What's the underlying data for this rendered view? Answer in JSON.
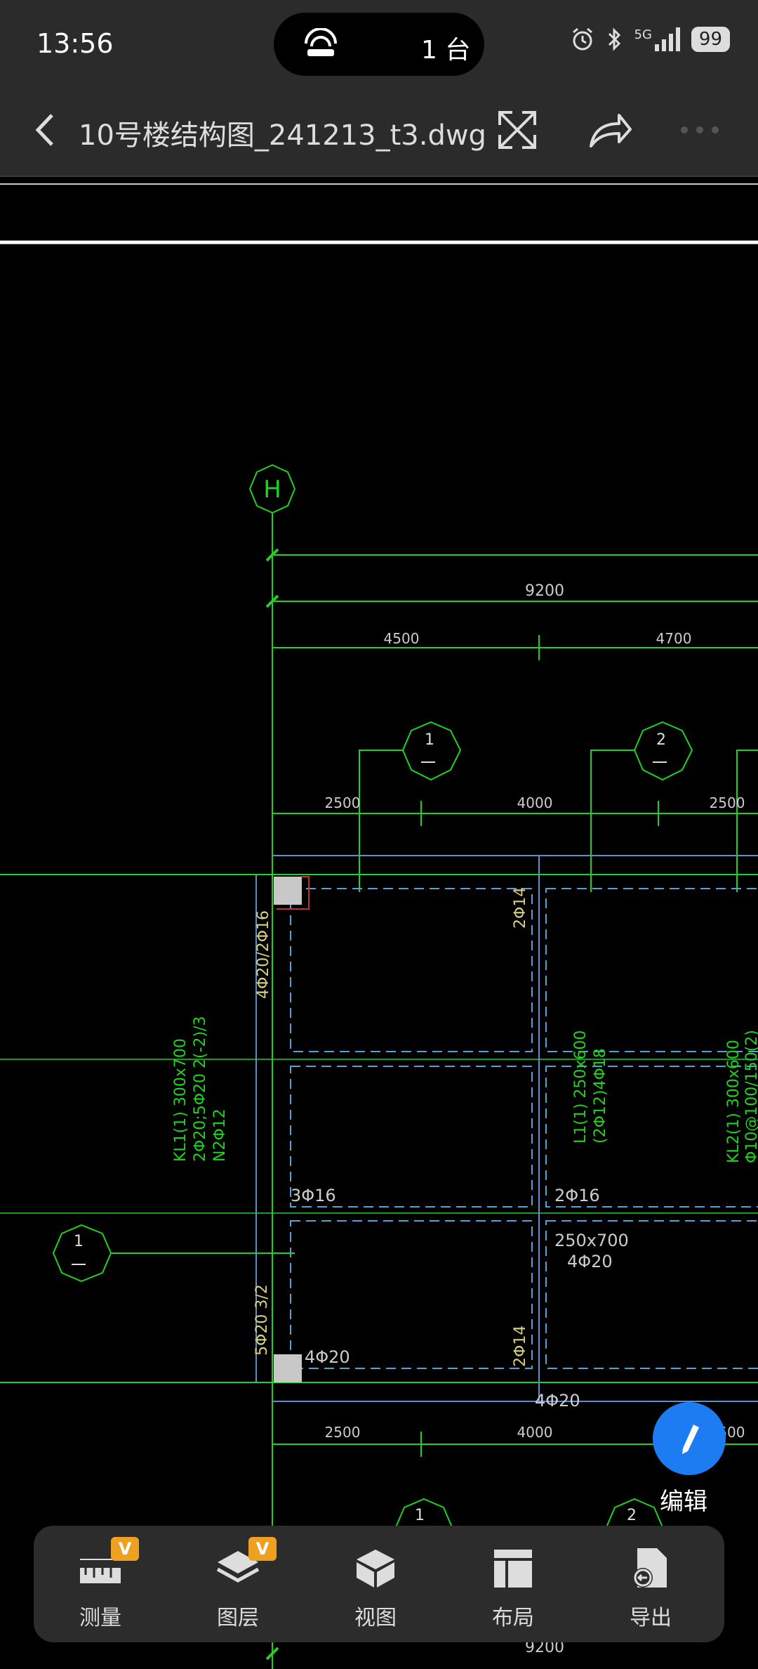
{
  "status_bar": {
    "time": "13:56",
    "tv_count": "1 台",
    "network": "5G",
    "battery": "99",
    "icons": [
      "hotspot-icon",
      "alarm-icon",
      "bluetooth-icon",
      "signal-icon",
      "battery-icon"
    ]
  },
  "toolbar": {
    "back_icon": "chevron-left-icon",
    "file_title": "10号楼结构图_241213_t3.dwg",
    "icons": [
      "fullscreen-icon",
      "share-icon",
      "more-icon"
    ]
  },
  "drawing": {
    "axis_circle_top": "H",
    "dims_row1": [
      "9200",
      "4500",
      "4700"
    ],
    "grid_labels": [
      "1",
      "2"
    ],
    "dims_row2": [
      "2500",
      "4000",
      "2500"
    ],
    "rebar_labels": {
      "top_col": "2Φ14",
      "left_top": "4Φ20/2Φ16",
      "beam_left_1": "KL1(1) 300x700",
      "beam_left_2": "2Φ20;5Φ20 2(-2)/3",
      "beam_left_3": "N2Φ12",
      "mid_left": "3Φ16",
      "mid_right": "2Φ16",
      "beam_mid_1": "L1(1) 250x600",
      "beam_mid_2": "(2Φ12)4Φ18",
      "beam_right_1": "KL2(1) 300x600",
      "beam_right_2": "Φ10@100/150(2)",
      "size_mid": "250x700",
      "bars_mid": "4Φ20",
      "left_bottom": "5Φ20 3/2",
      "bottom_left": "4Φ20",
      "bottom_col": "2Φ14",
      "bottom_mid": "4Φ20"
    },
    "dims_row3": [
      "2500",
      "4000",
      "2500"
    ],
    "left_grid": "1",
    "bottom_grid": [
      "1",
      "2"
    ],
    "dims_bottom": "9200"
  },
  "fab": {
    "label": "编辑",
    "icon": "pencil-icon"
  },
  "bottom_tools": [
    {
      "label": "测量",
      "icon": "ruler-icon",
      "badge": "V"
    },
    {
      "label": "图层",
      "icon": "layers-icon",
      "badge": "V"
    },
    {
      "label": "视图",
      "icon": "cube-icon"
    },
    {
      "label": "布局",
      "icon": "layout-icon"
    },
    {
      "label": "导出",
      "icon": "export-icon"
    }
  ]
}
